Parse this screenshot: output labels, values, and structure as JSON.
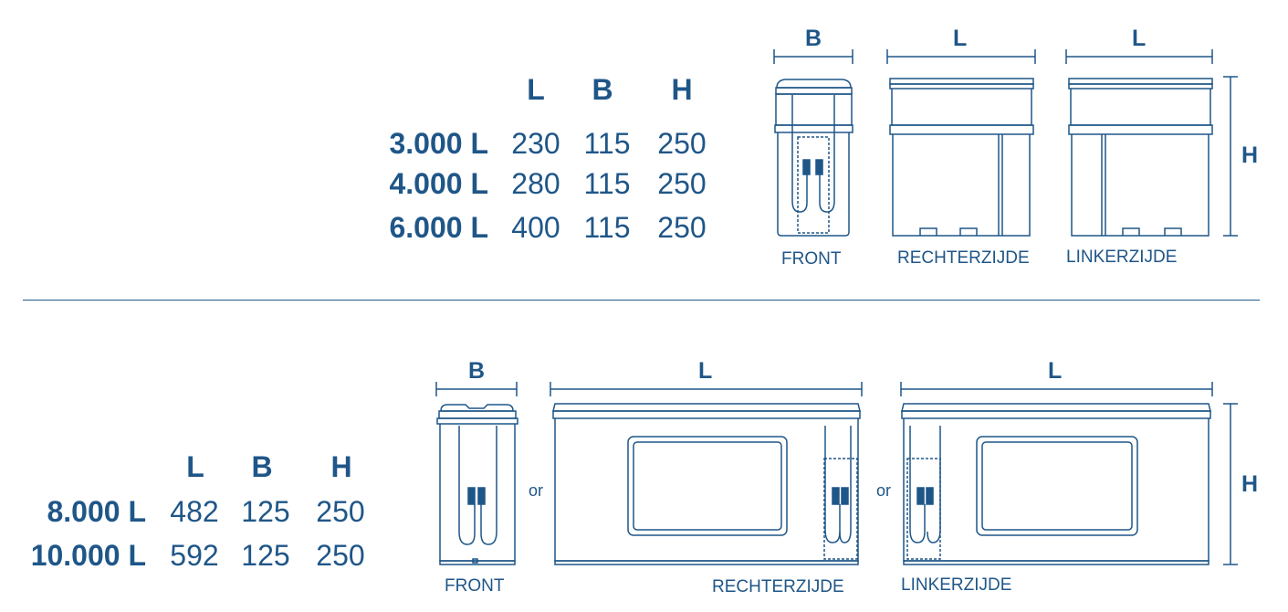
{
  "top": {
    "headers": [
      "L",
      "B",
      "H"
    ],
    "rows": [
      {
        "capacity": "3.000 L",
        "l": "230",
        "b": "115",
        "h": "250"
      },
      {
        "capacity": "4.000 L",
        "l": "280",
        "b": "115",
        "h": "250"
      },
      {
        "capacity": "6.000 L",
        "l": "400",
        "b": "115",
        "h": "250"
      }
    ],
    "views": {
      "front": "FRONT",
      "right": "RECHTERZIJDE",
      "left": "LINKERZIJDE"
    },
    "dims": {
      "front_width": "B",
      "right_length": "L",
      "left_length": "L",
      "height": "H"
    }
  },
  "bottom": {
    "headers": [
      "L",
      "B",
      "H"
    ],
    "rows": [
      {
        "capacity": "8.000 L",
        "l": "482",
        "b": "125",
        "h": "250"
      },
      {
        "capacity": "10.000 L",
        "l": "592",
        "b": "125",
        "h": "250"
      }
    ],
    "views": {
      "front": "FRONT",
      "right": "RECHTERZIJDE",
      "left": "LINKERZIJDE"
    },
    "dims": {
      "front_width": "B",
      "right_length": "L",
      "left_length": "L",
      "height": "H"
    },
    "or_1": "or",
    "or_2": "or"
  },
  "colors": {
    "primary": "#1f5688"
  }
}
